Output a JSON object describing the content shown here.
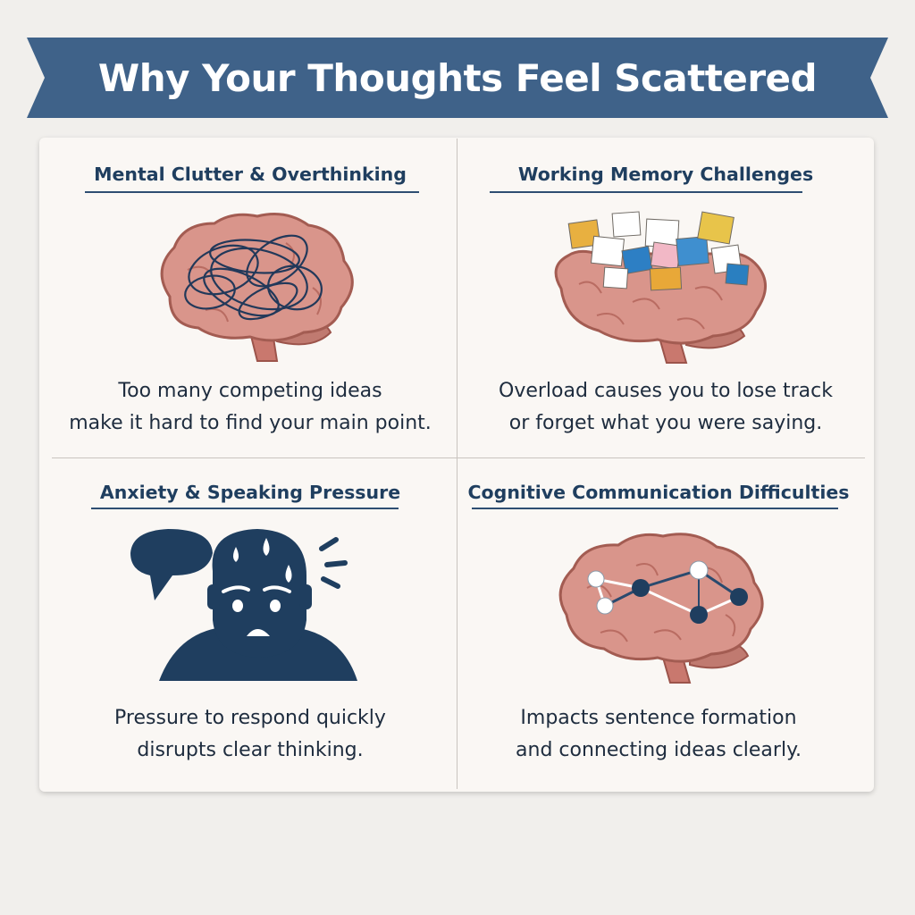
{
  "header": {
    "title": "Why Your Thoughts Feel Scattered"
  },
  "colors": {
    "banner": "#3f6289",
    "navy": "#1f3e5f",
    "brain": "#d9958b",
    "brain_dark": "#b96c62",
    "card": "#faf7f4",
    "background": "#f1efec"
  },
  "panels": [
    {
      "heading": "Mental Clutter & Overthinking",
      "description_lines": [
        "Too many competing ideas",
        "make it hard to find your main point."
      ],
      "icon": "tangled-brain-icon"
    },
    {
      "heading": "Working Memory Challenges",
      "description_lines": [
        "Overload causes you to lose track",
        "or forget what you were saying."
      ],
      "icon": "sticky-notes-brain-icon"
    },
    {
      "heading": "Anxiety & Speaking Pressure",
      "description_lines": [
        "Pressure to respond quickly",
        "disrupts clear thinking."
      ],
      "icon": "anxious-person-icon"
    },
    {
      "heading": "Cognitive Communication Difficulties",
      "description_lines": [
        "Impacts sentence formation",
        "and connecting ideas clearly."
      ],
      "icon": "network-brain-icon"
    }
  ]
}
